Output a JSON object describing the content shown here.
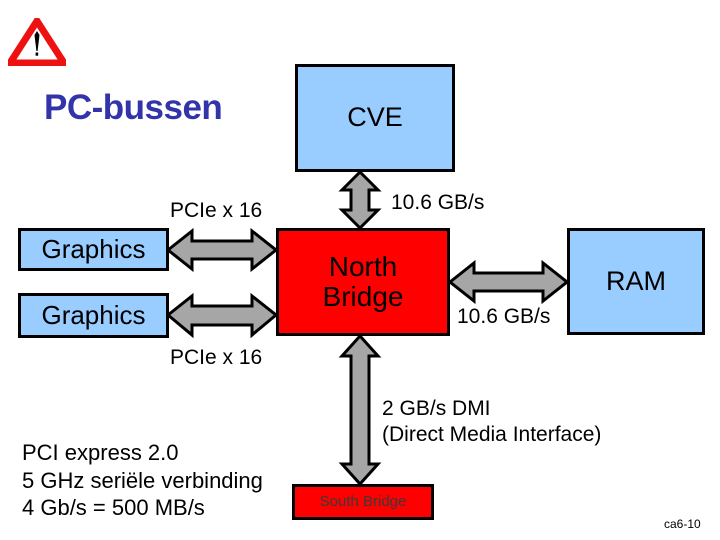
{
  "slide": {
    "title": "PC-bussen",
    "page_number": "ca6-10",
    "title_color": "#3333aa",
    "box_blue_color": "#99ccff",
    "box_red_color": "#ff0000",
    "arrow_fill_color": "#a6a6a6",
    "arrow_stroke_color": "#000000"
  },
  "warning_icon": {
    "name": "warning-triangle-icon",
    "outline_color": "#ee1111",
    "mark": "!"
  },
  "boxes": {
    "cve": {
      "label": "CVE",
      "fill": "#99ccff"
    },
    "graphics_1": {
      "label": "Graphics",
      "fill": "#99ccff"
    },
    "graphics_2": {
      "label": "Graphics",
      "fill": "#99ccff"
    },
    "north_bridge": {
      "line1": "North",
      "line2": "Bridge",
      "fill": "#ff0000"
    },
    "ram": {
      "label": "RAM",
      "fill": "#99ccff"
    },
    "south_bridge": {
      "label": "South Bridge",
      "fill": "#ff0000"
    }
  },
  "labels": {
    "pcie_top": "PCIe x 16",
    "pcie_bottom": "PCIe x 16",
    "cve_bandwidth": "10.6 GB/s",
    "ram_bandwidth": "10.6 GB/s",
    "dmi_line1": "2 GB/s  DMI",
    "dmi_line2": "(Direct Media Interface)",
    "spec_line1": "PCI express 2.0",
    "spec_line2": "5 GHz seriële verbinding",
    "spec_line3": "4 Gb/s = 500 MB/s"
  },
  "connections": [
    {
      "from": "CVE",
      "to": "North Bridge",
      "bandwidth": "10.6 GB/s",
      "direction": "bidirectional"
    },
    {
      "from": "North Bridge",
      "to": "RAM",
      "bandwidth": "10.6 GB/s",
      "direction": "bidirectional"
    },
    {
      "from": "Graphics",
      "to": "North Bridge",
      "bandwidth": "PCIe x 16",
      "direction": "bidirectional"
    },
    {
      "from": "Graphics",
      "to": "North Bridge",
      "bandwidth": "PCIe x 16",
      "direction": "bidirectional"
    },
    {
      "from": "North Bridge",
      "to": "South Bridge",
      "bandwidth": "2 GB/s  DMI",
      "direction": "bidirectional"
    }
  ]
}
